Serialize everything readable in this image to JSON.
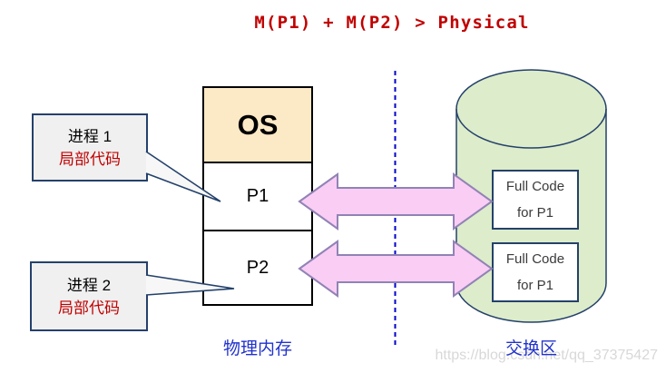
{
  "title": "M(P1) + M(P2) > Physical",
  "callouts": [
    {
      "line1": "进程 1",
      "line2": "局部代码"
    },
    {
      "line1": "进程 2",
      "line2": "局部代码"
    }
  ],
  "memory": {
    "os": "OS",
    "p1": "P1",
    "p2": "P2",
    "label": "物理内存"
  },
  "swap": {
    "label": "交换区",
    "boxes": [
      {
        "line1": "Full Code",
        "line2": "for P1"
      },
      {
        "line1": "Full Code",
        "line2": "for P1"
      }
    ]
  },
  "watermark": "https://blog.csdn.net/qq_37375427",
  "colors": {
    "title_red": "#c00000",
    "os_fill": "#fce9c6",
    "cylinder_fill": "#ddecca",
    "cylinder_border": "#24416b",
    "arrow_fill": "#f9cdf4",
    "arrow_border": "#9183b5",
    "blue_label": "#2233cc",
    "callout_border": "#24416b",
    "red_text": "#c00000",
    "dashed_line_blue": "#0000cc"
  }
}
